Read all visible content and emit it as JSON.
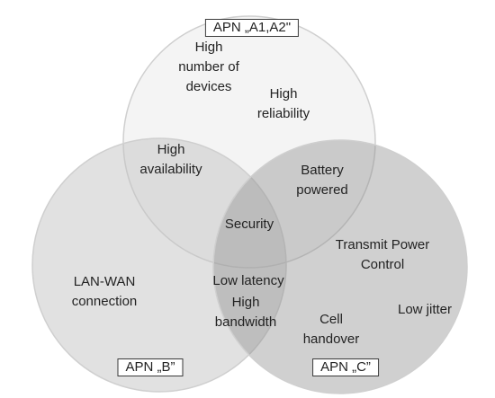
{
  "apn_top": "APN „A1,A2\"",
  "apn_left": "APN „B”",
  "apn_right": "APN „C”",
  "regions": {
    "high_number_of_devices": [
      "High",
      "number of",
      "devices"
    ],
    "high_reliability": [
      "High",
      "reliability"
    ],
    "high_availability": [
      "High",
      "availability"
    ],
    "battery_powered": [
      "Battery",
      "powered"
    ],
    "security": [
      "Security"
    ],
    "transmit_power_control": [
      "Transmit Power",
      "Control"
    ],
    "lan_wan_connection": [
      "LAN-WAN",
      "connection"
    ],
    "low_latency": [
      "Low latency"
    ],
    "high_bandwidth": [
      "High",
      "bandwidth"
    ],
    "low_jitter": [
      "Low jitter"
    ],
    "cell_handover": [
      "Cell",
      "handover"
    ]
  },
  "colors": {
    "top_circle_fill": "#f3f3f3",
    "left_circle_fill": "#dadada",
    "right_circle_fill": "#b5b5b5",
    "circle_stroke": "#cfcfcf",
    "text": "#222222"
  }
}
